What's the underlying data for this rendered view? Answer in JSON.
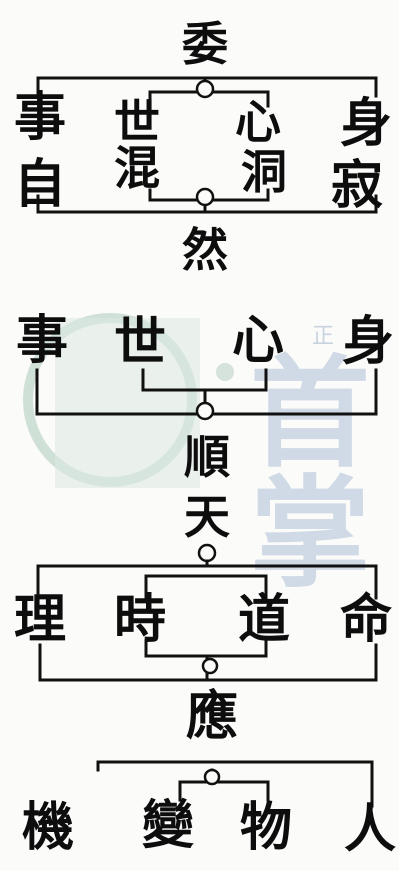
{
  "watermark": {
    "seal_color": "#c6d9d0",
    "text_color": "#bcc8d8",
    "small_mark": "正",
    "big_text": "首掌"
  },
  "group1": {
    "top": "委",
    "left": "事",
    "left_low": "自",
    "inner_top_left": "世",
    "inner_top_right": "心",
    "inner_low_left": "混",
    "inner_low_right": "洞",
    "right": "身",
    "right_low": "寂",
    "bottom": "然"
  },
  "group2": {
    "row": [
      "事",
      "世",
      "心",
      "身"
    ],
    "bottom": "順"
  },
  "group3": {
    "top": "天",
    "left": "理",
    "inner_left": "時",
    "inner_right": "道",
    "right": "命",
    "bottom": "應"
  },
  "group4": {
    "row": [
      "機",
      "變",
      "物",
      "人"
    ]
  }
}
